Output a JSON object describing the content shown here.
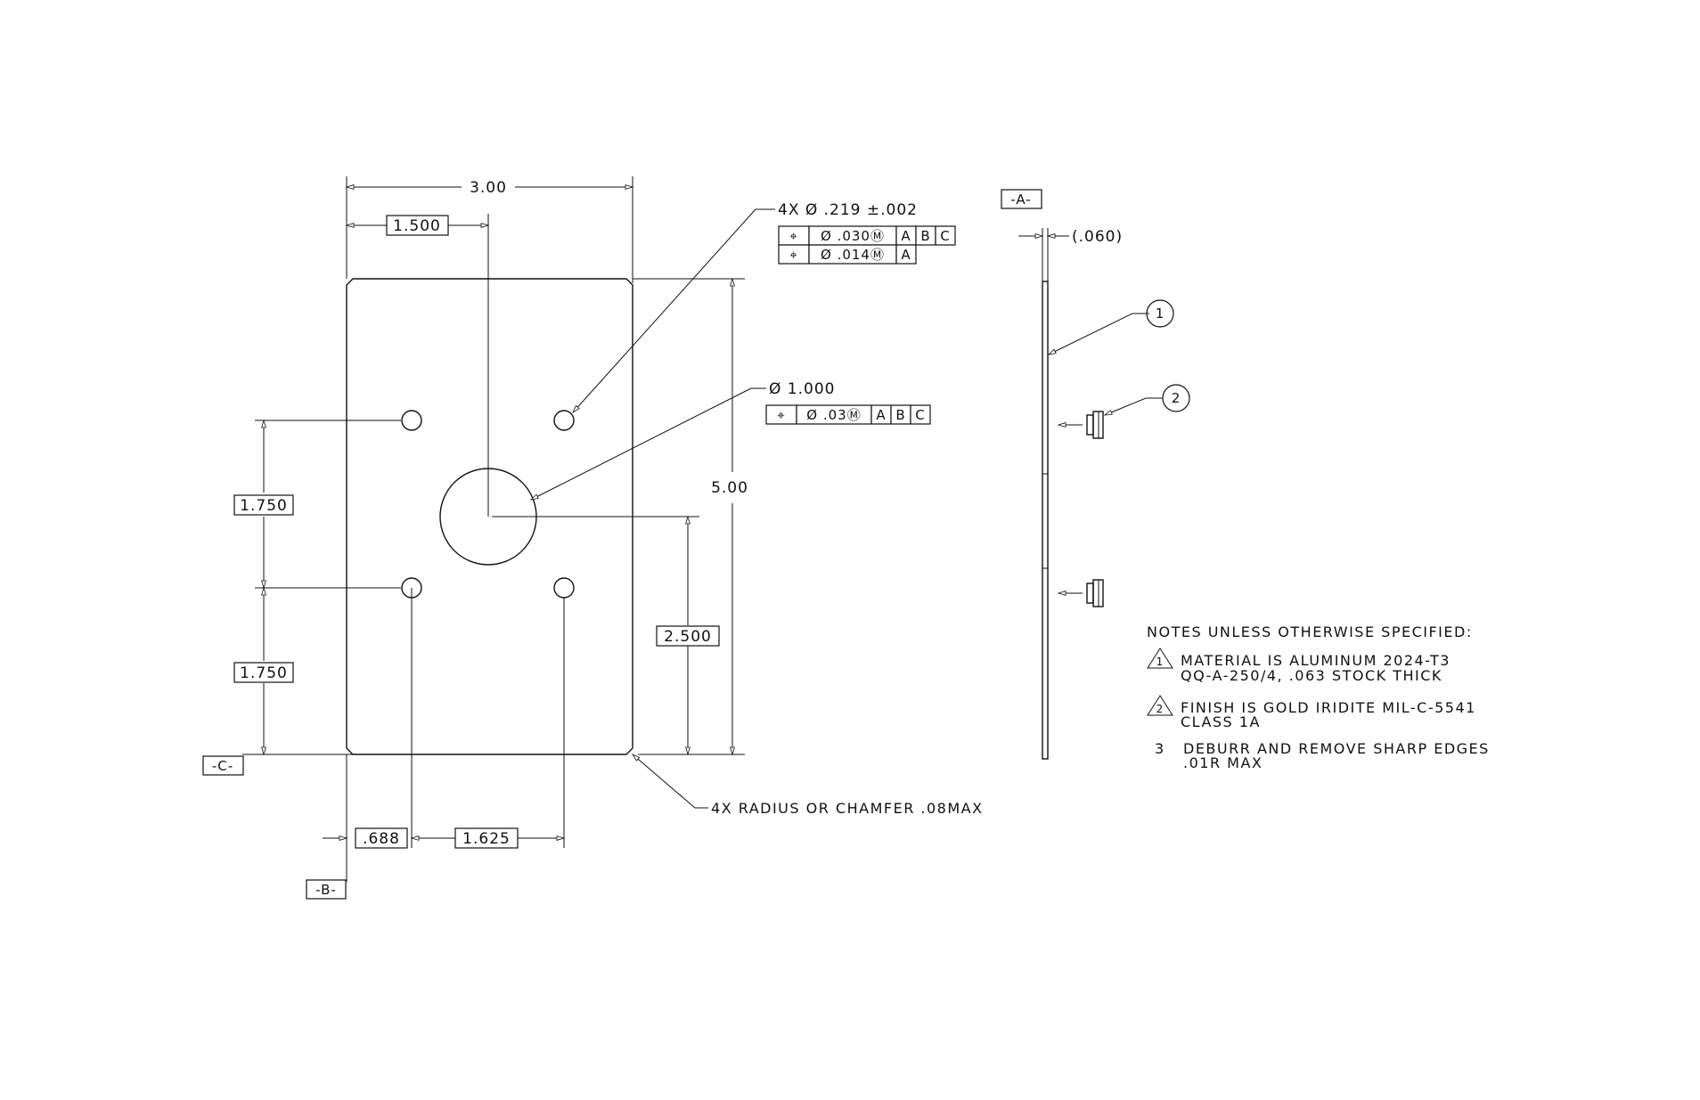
{
  "plate_view": {
    "overall_width": "3.00",
    "overall_height": "5.00",
    "hole_x_basic": "1.500",
    "hole_y_upper_basic": "1.750",
    "hole_y_lower_basic": "1.750",
    "center_hole_y_basic": "2.500",
    "hole_x_offset_basic": ".688",
    "hole_spacing_basic": "1.625",
    "datum_c": "-C-",
    "datum_b": "-B-",
    "corner_note": "4X RADIUS OR CHAMFER .08MAX"
  },
  "small_holes_callout": {
    "label": "4X  Ø  .219 ±.002",
    "fcf_rows": [
      [
        "⌖",
        "Ø .030Ⓜ",
        "A",
        "B",
        "C"
      ],
      [
        "⌖",
        "Ø .014Ⓜ",
        "A"
      ]
    ]
  },
  "center_hole_callout": {
    "label": "Ø  1.000",
    "fcf_row": [
      "⌖",
      "Ø .03Ⓜ",
      "A",
      "B",
      "C"
    ]
  },
  "side_view": {
    "datum_a": "-A-",
    "thickness_ref": "(.060)",
    "balloon_1": "1",
    "balloon_2": "2"
  },
  "notes": {
    "title": "NOTES UNLESS OTHERWISE SPECIFIED:",
    "items": [
      {
        "marker": "1",
        "line1": "MATERIAL IS ALUMINUM 2024-T3",
        "line2": "QQ-A-250/4, .063 STOCK THICK"
      },
      {
        "marker": "2",
        "line1": "FINISH IS GOLD IRIDITE MIL-C-5541",
        "line2": "CLASS 1A"
      },
      {
        "marker": "3",
        "line1": "DEBURR AND REMOVE SHARP EDGES",
        "line2": ".01R MAX"
      }
    ]
  }
}
